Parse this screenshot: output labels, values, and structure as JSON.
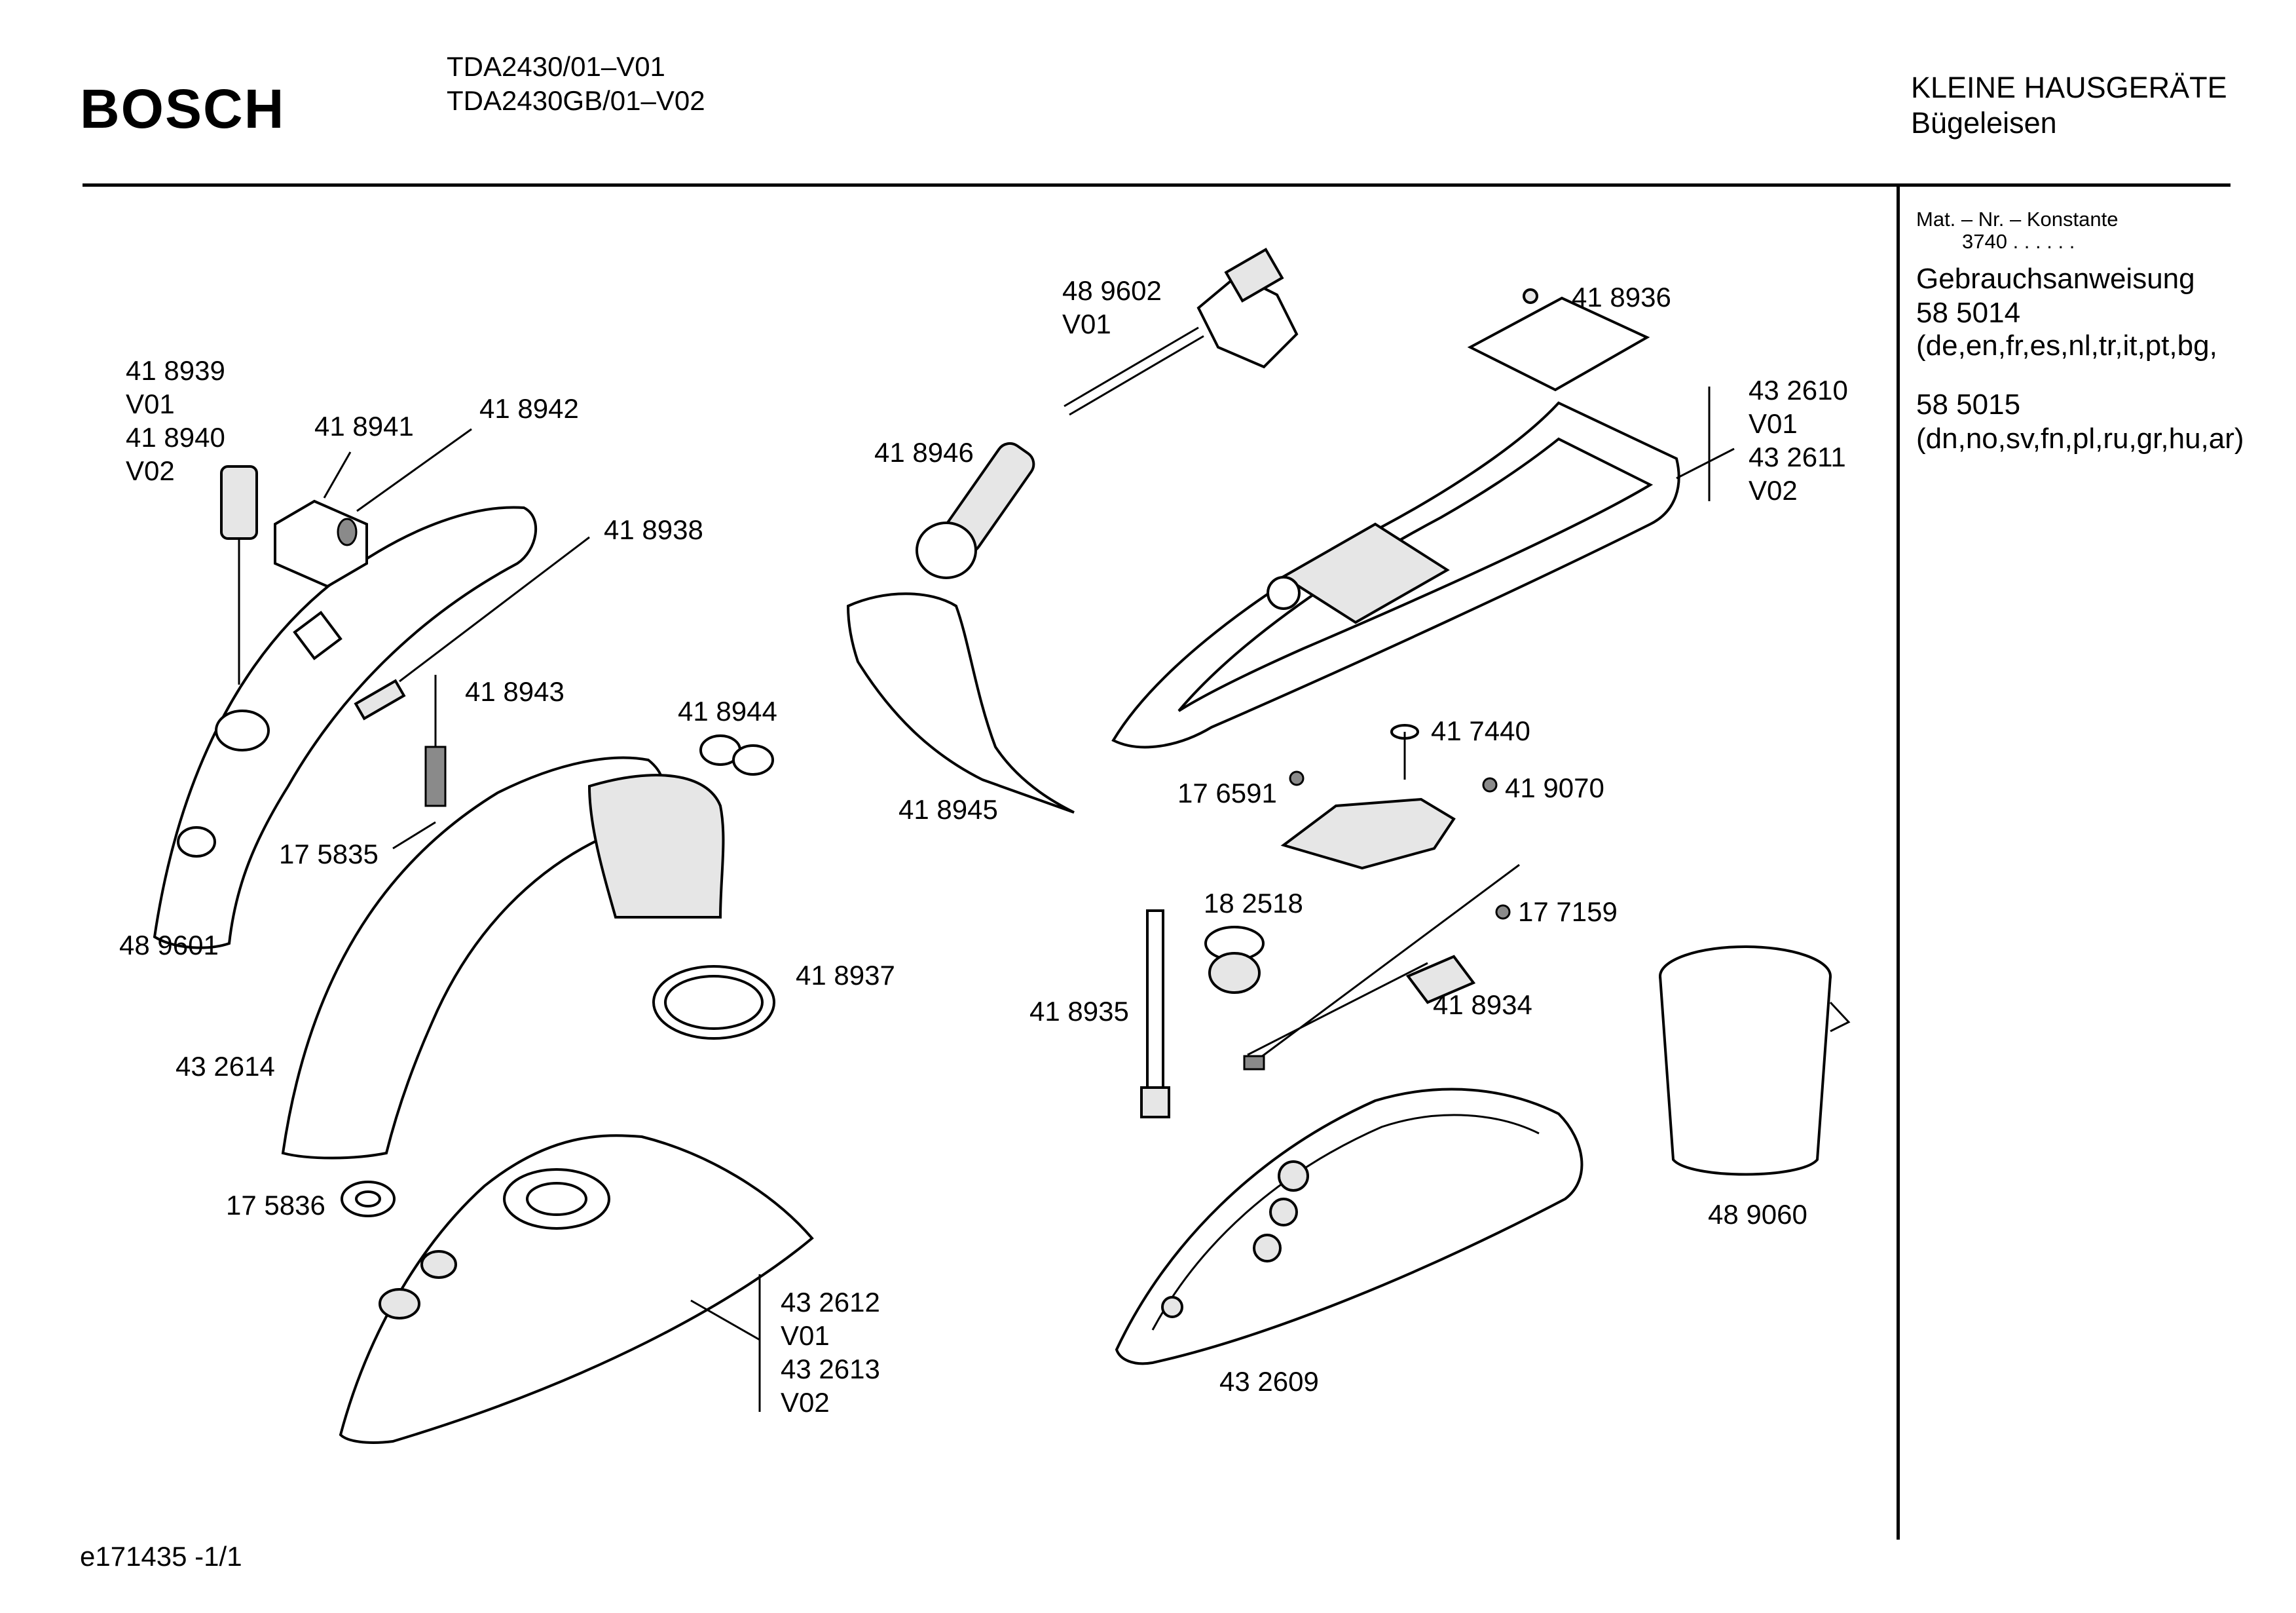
{
  "header": {
    "brand": "BOSCH",
    "model_lines": [
      "TDA2430/01–V01",
      "TDA2430GB/01–V02"
    ],
    "category_lines": [
      "KLEINE HAUSGERÄTE",
      "Bügeleisen"
    ]
  },
  "sidebar": {
    "mat_label": "Mat. – Nr. – Konstante",
    "mat_value": "3740  .   .   .   .   .   .",
    "manual_title": "Gebrauchsanweisung",
    "manuals": [
      {
        "number": "58 5014",
        "languages": "(de,en,fr,es,nl,tr,it,pt,bg,"
      },
      {
        "number": "58 5015",
        "languages": "(dn,no,sv,fn,pl,ru,gr,hu,ar)"
      }
    ]
  },
  "parts": [
    {
      "id": "p418939",
      "lines": [
        "41 8939",
        "V01",
        "41 8940",
        "V02"
      ]
    },
    {
      "id": "p418941",
      "lines": [
        "41 8941"
      ]
    },
    {
      "id": "p418942",
      "lines": [
        "41 8942"
      ]
    },
    {
      "id": "p418938",
      "lines": [
        "41 8938"
      ]
    },
    {
      "id": "p418943",
      "lines": [
        "41 8943"
      ]
    },
    {
      "id": "p175835",
      "lines": [
        "17 5835"
      ]
    },
    {
      "id": "p489601",
      "lines": [
        "48 9601"
      ]
    },
    {
      "id": "p418944",
      "lines": [
        "41 8944"
      ]
    },
    {
      "id": "p418937",
      "lines": [
        "41 8937"
      ]
    },
    {
      "id": "p432614",
      "lines": [
        "43 2614"
      ]
    },
    {
      "id": "p175836",
      "lines": [
        "17 5836"
      ]
    },
    {
      "id": "p432612",
      "lines": [
        "43 2612",
        "V01",
        "43 2613",
        "V02"
      ]
    },
    {
      "id": "p489602",
      "lines": [
        "48 9602",
        "V01"
      ]
    },
    {
      "id": "p418946",
      "lines": [
        "41 8946"
      ]
    },
    {
      "id": "p418945",
      "lines": [
        "41 8945"
      ]
    },
    {
      "id": "p418936",
      "lines": [
        "41 8936"
      ]
    },
    {
      "id": "p432610",
      "lines": [
        "43 2610",
        "V01",
        "43 2611",
        "V02"
      ]
    },
    {
      "id": "p417440",
      "lines": [
        "41 7440"
      ]
    },
    {
      "id": "p176591",
      "lines": [
        "17 6591"
      ]
    },
    {
      "id": "p419070",
      "lines": [
        "41 9070"
      ]
    },
    {
      "id": "p182518",
      "lines": [
        "18 2518"
      ]
    },
    {
      "id": "p177159",
      "lines": [
        "17 7159"
      ]
    },
    {
      "id": "p418935",
      "lines": [
        "41 8935"
      ]
    },
    {
      "id": "p418934",
      "lines": [
        "41 8934"
      ]
    },
    {
      "id": "p489060",
      "lines": [
        "48 9060"
      ]
    },
    {
      "id": "p432609",
      "lines": [
        "43 2609"
      ]
    }
  ],
  "footer": {
    "code": "e171435  -1/1"
  }
}
